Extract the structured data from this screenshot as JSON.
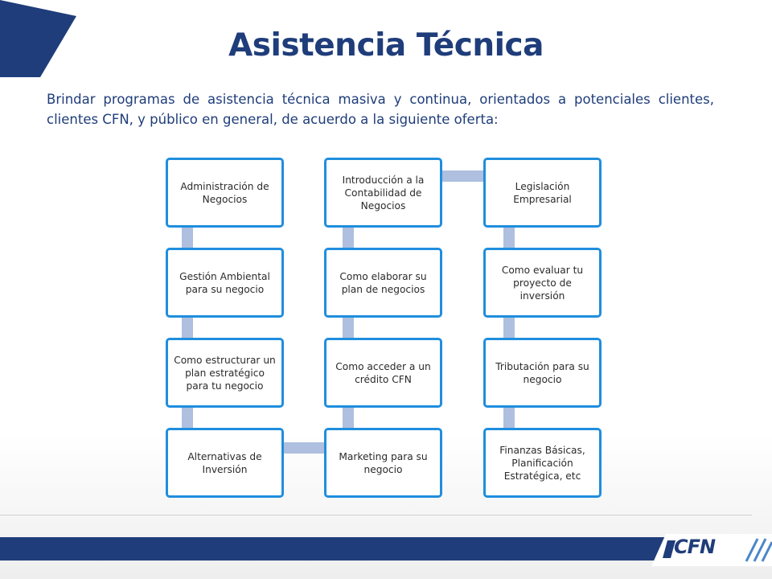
{
  "slide": {
    "title": "Asistencia Técnica",
    "subtitle": "Brindar programas de asistencia  técnica  masiva  y continua, orientados a potenciales clientes, clientes CFN, y público en general,  de acuerdo a la siguiente oferta:"
  },
  "columns": [
    {
      "items": [
        "Administración de Negocios",
        "Gestión Ambiental para su negocio",
        "Como estructurar un plan estratégico para tu negocio",
        "Alternativas de Inversión"
      ]
    },
    {
      "items": [
        "Introducción a la Contabilidad de Negocios",
        "Como elaborar su plan de negocios",
        "Como acceder a un crédito CFN",
        "Marketing para su negocio"
      ]
    },
    {
      "items": [
        "Legislación Empresarial",
        "Como evaluar tu proyecto de inversión",
        "Tributación para su negocio",
        "Finanzas Básicas, Planificación Estratégica, etc"
      ]
    }
  ],
  "logo": {
    "text": "CFN"
  },
  "colors": {
    "title": "#1f3d7a",
    "node_border": "#1f8ede",
    "connector": "#aebfdf",
    "footer": "#1f3d7a"
  }
}
